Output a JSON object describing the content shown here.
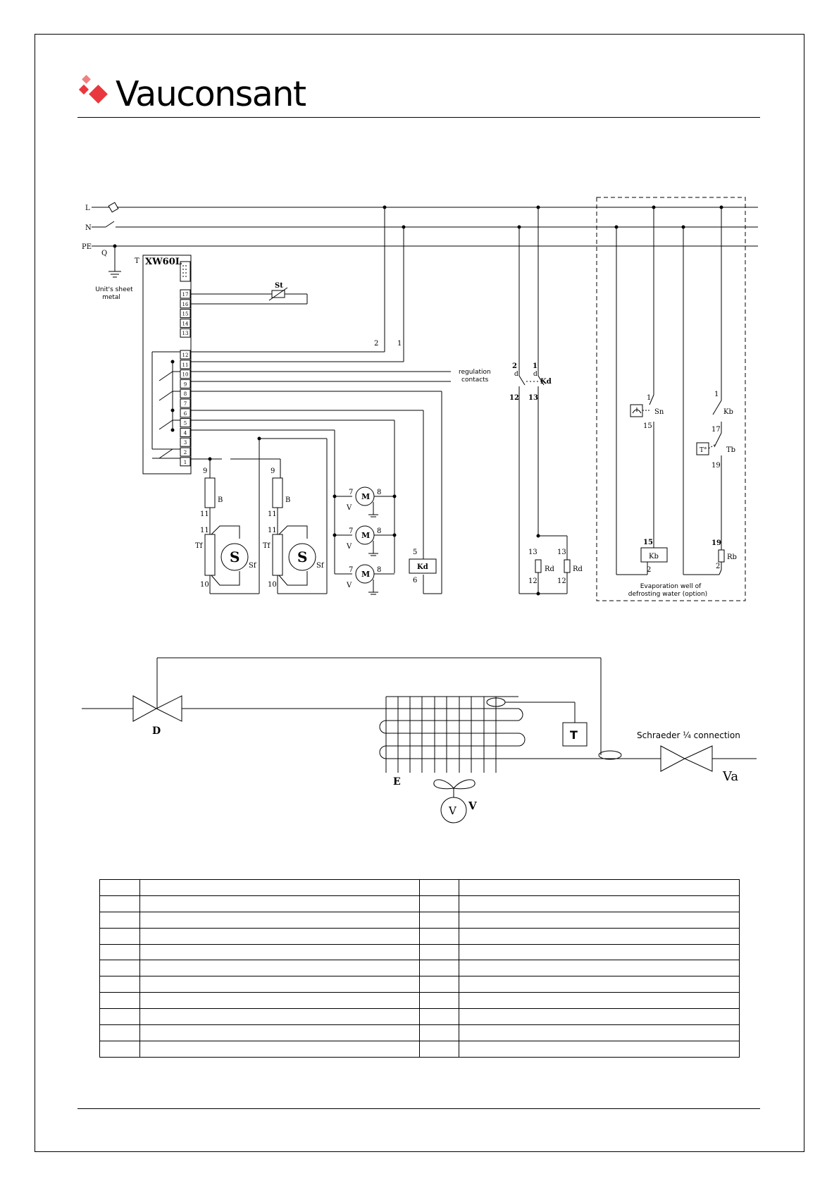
{
  "header": {
    "brand": "Vauconsant",
    "brand_colors": [
      "#e8383d",
      "#f08080"
    ]
  },
  "circuit": {
    "lines": {
      "l": "L",
      "n": "N",
      "pe": "PE"
    },
    "q_label": "Q",
    "sheet_metal_label": [
      "Unit's sheet",
      "metal"
    ],
    "controller": {
      "t_label": "T",
      "model": "XW60L",
      "terminals": [
        "17",
        "16",
        "15",
        "14",
        "13",
        "12",
        "11",
        "10",
        "9",
        "8",
        "7",
        "6",
        "5",
        "4",
        "3",
        "2",
        "1"
      ]
    },
    "st_label": "St",
    "supply_terminals": [
      "2",
      "1"
    ],
    "regulation_contacts": [
      "regulation",
      "contacts"
    ],
    "heater": {
      "b": "B",
      "tf": "Tf",
      "s": "S",
      "sf": "Sf",
      "t9": "9",
      "t11": "11",
      "t10": "10"
    },
    "fan": {
      "m": "M",
      "v": "V",
      "t7": "7",
      "t8": "8"
    },
    "kd_coil": {
      "label": "Kd",
      "t5": "5",
      "t6": "6"
    },
    "kd_contacts": {
      "label": "Kd",
      "c2": "2",
      "c1": "1",
      "d": "d",
      "c12": "12",
      "c13": "13"
    },
    "rd": {
      "label": "Rd",
      "t13": "13",
      "t12": "12"
    },
    "evaporation": {
      "sn": "Sn",
      "kb": "Kb",
      "tb": "Tb",
      "t_deg": "T°",
      "rb": "Rb",
      "n1": "1",
      "n15": "15",
      "n17": "17",
      "n19": "19",
      "n2": "2",
      "caption": [
        "Evaporation well of",
        "defrosting water (option)"
      ]
    }
  },
  "refrigeration": {
    "d": "D",
    "e": "E",
    "t": "T",
    "v": "V",
    "fan_v": "V",
    "va": "Va",
    "schraeder": "Schraeder ¼ connection"
  },
  "legend_table": {
    "rows": [
      [
        "",
        "",
        "",
        ""
      ],
      [
        "",
        "",
        "",
        ""
      ],
      [
        "",
        "",
        "",
        ""
      ],
      [
        "",
        "",
        "",
        ""
      ],
      [
        "",
        "",
        "",
        ""
      ],
      [
        "",
        "",
        "",
        ""
      ],
      [
        "",
        "",
        "",
        ""
      ],
      [
        "",
        "",
        "",
        ""
      ],
      [
        "",
        "",
        "",
        ""
      ],
      [
        "",
        "",
        "",
        ""
      ],
      [
        "",
        "",
        "",
        ""
      ]
    ]
  }
}
